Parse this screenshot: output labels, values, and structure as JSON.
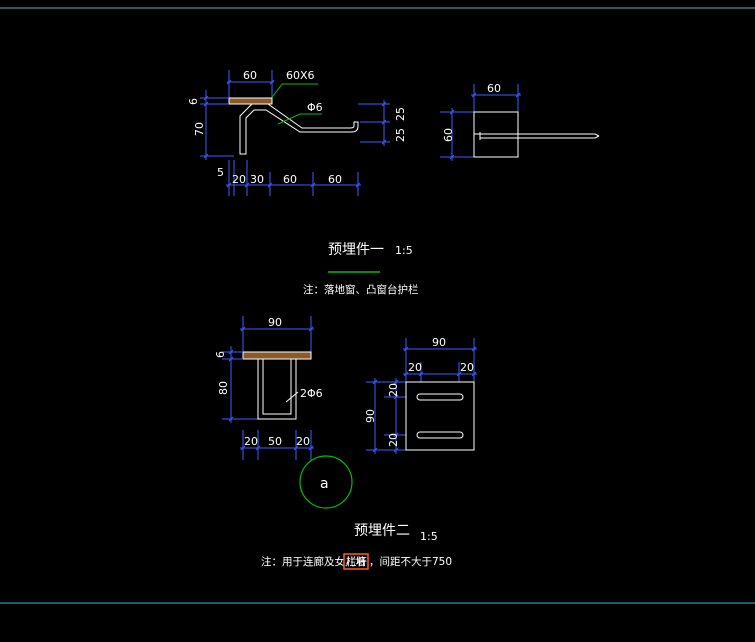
{
  "colors": {
    "background": "#000000",
    "border": "#3fb8c9",
    "dimension": "#3b5bff",
    "geometry": "#ffffff",
    "section_hatch": "#8a5a2a",
    "leader": "#00c000",
    "highlight_box": "#ff5a1f"
  },
  "part1": {
    "dims_top": "60",
    "plate_label": "60X6",
    "left_dim_6": "6",
    "left_dim_70": "70",
    "rebar_label": "Φ6",
    "right_dims": [
      "25",
      "25"
    ],
    "bottom_label_5": "5",
    "bottom_dims": [
      "20",
      "30",
      "60",
      "60"
    ],
    "side_view_top": "60",
    "side_view_left": "60",
    "title": "预埋件一",
    "scale": "1:5",
    "note": "注：落地窗、凸窗台护栏"
  },
  "part2": {
    "dims_top": "90",
    "left_dim_6": "6",
    "left_dim_80": "80",
    "rebar_label": "2Φ6",
    "bottom_dims": [
      "20",
      "50",
      "20"
    ],
    "plan_top": "90",
    "plan_sub_dims": [
      "20",
      "20"
    ],
    "plan_left": "90",
    "plan_left_sub": [
      "20",
      "20"
    ],
    "detail_marker": "a",
    "title": "预埋件二",
    "scale": "1:5",
    "note_before": "注：用于连廊及女儿墙",
    "note_highlight": "栏杆",
    "note_after": "，间距不大于750"
  }
}
